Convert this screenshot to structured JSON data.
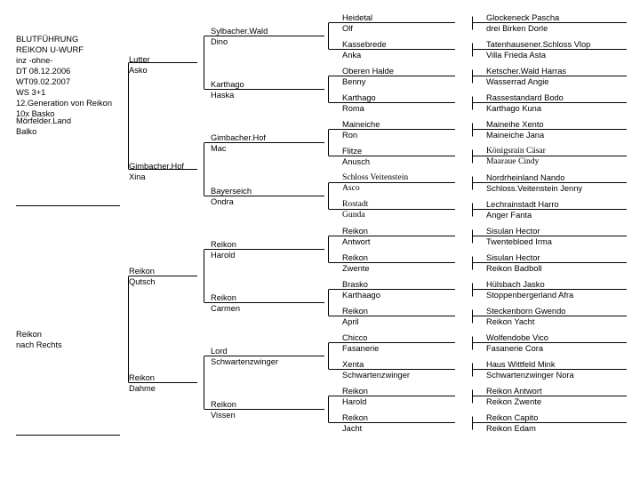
{
  "header": [
    "BLUTFÜHRUNG",
    "REIKON U-WURF",
    "inz -ohne-",
    "DT 08.12.2006",
    "WT09.02.2007",
    "WS 3+1",
    "12.Generation von Reikon",
    "10x Basko"
  ],
  "generations": {
    "g1": [
      {
        "id": "a",
        "lines": [
          "Mörfelder.Land",
          "Balko"
        ]
      },
      {
        "id": "b",
        "lines": [
          "Reikon",
          "nach Rechts"
        ]
      }
    ],
    "g2": [
      {
        "id": "aa",
        "lines": [
          "Lutter",
          "Asko"
        ]
      },
      {
        "id": "ab",
        "lines": [
          "Gimbacher.Hof",
          "Xina"
        ]
      },
      {
        "id": "ba",
        "lines": [
          "Reikon",
          "Qutsch"
        ]
      },
      {
        "id": "bb",
        "lines": [
          "Reikon",
          "Dahme"
        ]
      }
    ],
    "g3": [
      {
        "id": "aaa",
        "lines": [
          "Sylbacher.Wald",
          "Dino"
        ]
      },
      {
        "id": "aab",
        "lines": [
          "Karthago",
          "Haska"
        ]
      },
      {
        "id": "aba",
        "lines": [
          "Gimbacher.Hof",
          "Mac"
        ]
      },
      {
        "id": "abb",
        "lines": [
          "Bayerseich",
          "Ondra"
        ]
      },
      {
        "id": "baa",
        "lines": [
          "Reikon",
          "Harold"
        ]
      },
      {
        "id": "bab",
        "lines": [
          "Reikon",
          "Carmen"
        ]
      },
      {
        "id": "bba",
        "lines": [
          "Lord",
          "Schwartenzwinger"
        ]
      },
      {
        "id": "bbb",
        "lines": [
          "Reikon",
          "Vissen"
        ]
      }
    ],
    "g4": [
      {
        "id": "aaaa",
        "lines": [
          "Heidetal",
          "Olf"
        ]
      },
      {
        "id": "aaab",
        "lines": [
          "Kassebrede",
          "Anka"
        ]
      },
      {
        "id": "aaba",
        "lines": [
          "Oberen Halde",
          "Benny"
        ]
      },
      {
        "id": "aabb",
        "lines": [
          "Karthago",
          "Roma"
        ]
      },
      {
        "id": "abaa",
        "lines": [
          "Maineiche",
          "Ron"
        ]
      },
      {
        "id": "abab",
        "lines": [
          "Flitze",
          "Anusch"
        ]
      },
      {
        "id": "abba",
        "lines": [
          "Schloss Veitenstein",
          "Asco"
        ],
        "serif": true
      },
      {
        "id": "abbb",
        "lines": [
          "Rostadt",
          "Gunda"
        ],
        "serif": true
      },
      {
        "id": "baaa",
        "lines": [
          "Reikon",
          "Antwort"
        ]
      },
      {
        "id": "baab",
        "lines": [
          "Reikon",
          "Zwente"
        ]
      },
      {
        "id": "baba",
        "lines": [
          "Brasko",
          "Karthaago"
        ]
      },
      {
        "id": "babb",
        "lines": [
          "Reikon",
          "April"
        ]
      },
      {
        "id": "bbaa",
        "lines": [
          "Chicco",
          "Fasanerie"
        ]
      },
      {
        "id": "bbab",
        "lines": [
          "Xenta",
          "Schwartenzwinger"
        ]
      },
      {
        "id": "bbba",
        "lines": [
          "Reikon",
          "Harold"
        ]
      },
      {
        "id": "bbbb",
        "lines": [
          "Reikon",
          "Jacht"
        ]
      }
    ],
    "g5": [
      {
        "id": "aaaa",
        "lines": [
          "Glockeneck Pascha",
          "drei Birken Dorle"
        ]
      },
      {
        "id": "aaab",
        "lines": [
          "Tatenhausener.Schloss Vlop",
          "Villa Frieda Asta"
        ]
      },
      {
        "id": "aaba",
        "lines": [
          "Ketscher.Wald Harras",
          "Wasserrad Angie"
        ]
      },
      {
        "id": "aabb",
        "lines": [
          "Rassestandard Bodo",
          "Karthago Kuna"
        ]
      },
      {
        "id": "abaa",
        "lines": [
          "Maineihe Xento",
          "Maineiche Jana"
        ]
      },
      {
        "id": "abab",
        "lines": [
          "Königsrain Cäsar",
          "Maaraue Cindy"
        ],
        "serif": true
      },
      {
        "id": "abba",
        "lines": [
          "Nordrheinland Nando",
          "Schloss.Veitenstein Jenny"
        ]
      },
      {
        "id": "abbb",
        "lines": [
          "Lechrainstadt Harro",
          "Anger Fanta"
        ]
      },
      {
        "id": "baaa",
        "lines": [
          "Sisulan Hector",
          "Twentebloed Irma"
        ]
      },
      {
        "id": "baab",
        "lines": [
          "Sisulan Hector",
          "Reikon Badboll"
        ]
      },
      {
        "id": "baba",
        "lines": [
          "Hülsbach Jasko",
          "Stoppenbergerland Afra"
        ]
      },
      {
        "id": "babb",
        "lines": [
          "Steckenborn Gwendo",
          "Reikon Yacht"
        ]
      },
      {
        "id": "bbaa",
        "lines": [
          "Wolfendobe Vico",
          "Fasanerie Cora"
        ]
      },
      {
        "id": "bbab",
        "lines": [
          "Haus Wittfeld Mink",
          "Schwartenzwinger Nora"
        ]
      },
      {
        "id": "bbba",
        "lines": [
          "Reikon Antwort",
          "Reikon Zwente"
        ]
      },
      {
        "id": "bbbb",
        "lines": [
          "Reikon Capito",
          "Reikon Edam"
        ]
      }
    ]
  }
}
